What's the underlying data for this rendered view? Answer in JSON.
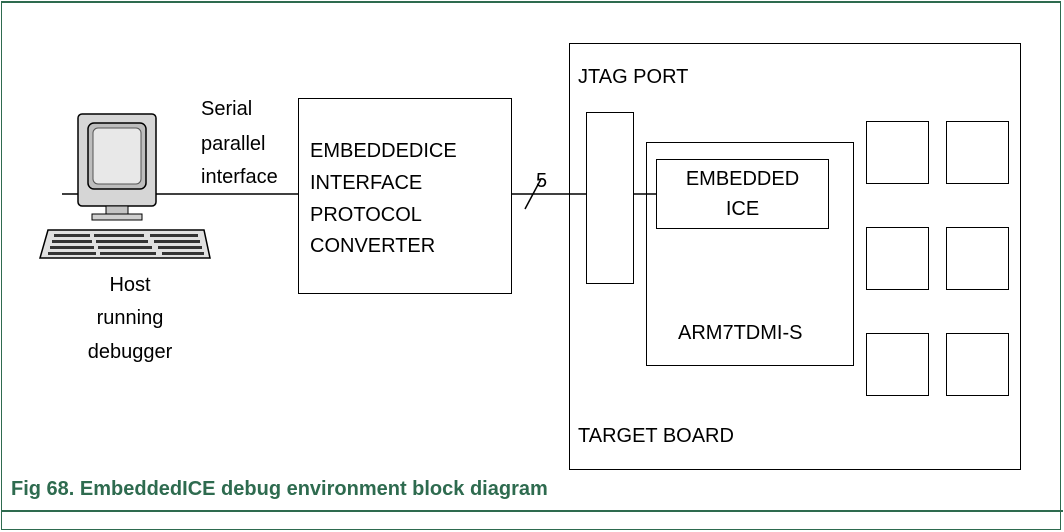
{
  "host": {
    "interface_label": [
      "Serial",
      "parallel",
      "interface"
    ],
    "label": [
      "Host",
      "running",
      "debugger"
    ]
  },
  "converter": {
    "label": [
      "EMBEDDEDICE",
      "INTERFACE",
      "PROTOCOL",
      "CONVERTER"
    ],
    "bus_width": "5"
  },
  "target_board": {
    "jtag_port": "JTAG PORT",
    "embedded_ice": [
      "EMBEDDED",
      "ICE"
    ],
    "core": "ARM7TDMI-S",
    "label": "TARGET BOARD"
  },
  "caption": "Fig 68.  EmbeddedICE debug environment block diagram",
  "colors": {
    "accent": "#2e6b4f"
  }
}
